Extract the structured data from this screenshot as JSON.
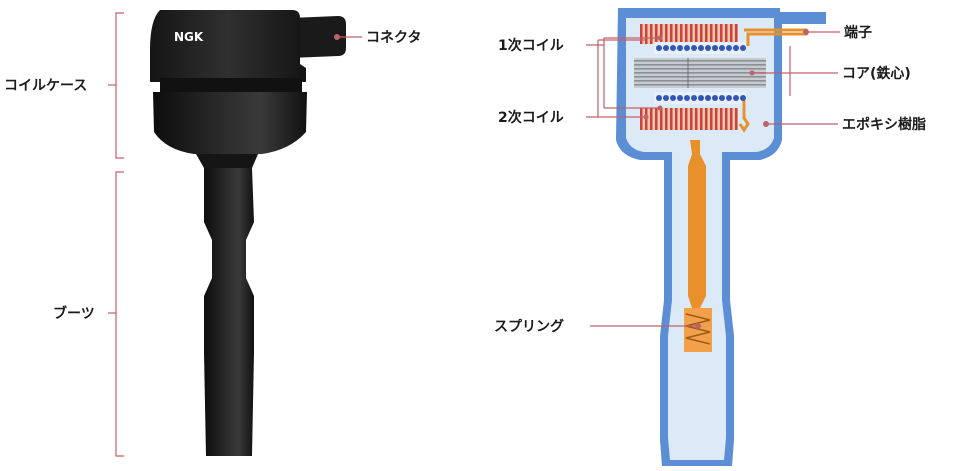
{
  "left_figure": {
    "brand": "NGK",
    "labels": {
      "connector": "コネクタ",
      "coil_case": "コイルケース",
      "boot": "ブーツ"
    }
  },
  "right_figure": {
    "labels": {
      "primary_coil": "1次コイル",
      "secondary_coil": "2次コイル",
      "terminal": "端子",
      "core": "コア(鉄心)",
      "epoxy": "エポキシ樹脂",
      "spring": "スプリング"
    }
  },
  "colors": {
    "leader_line": "#c0606a",
    "coil_body": "#1c1c1c",
    "boot_blue": "#5c8ed6",
    "inner_light": "#dce9f7",
    "copper": "#e8912c",
    "winding_red": "#c9433c",
    "winding_blue": "#3355b5",
    "core_gray": "#9aa0a6"
  }
}
